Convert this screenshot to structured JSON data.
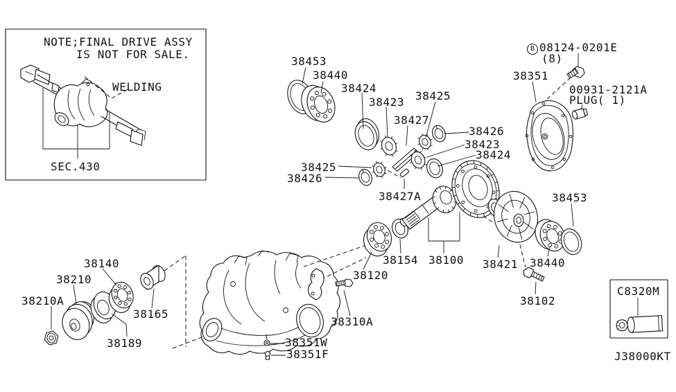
{
  "figure": {
    "note_line1": "NOTE;FINAL DRIVE ASSY",
    "note_line2": "IS NOT FOR SALE.",
    "welding": "WELDING",
    "section": "SEC.430",
    "drawing_code": "J38000KT"
  },
  "labels": {
    "p38453_top": "38453",
    "p38440_top": "38440",
    "p38424_left": "38424",
    "p38423_left": "38423",
    "p38425_top_right": "38425",
    "p38427": "38427",
    "p38426_right": "38426",
    "p38423_right": "38423",
    "p38424_right": "38424",
    "p38425_lower_left": "38425",
    "p38426_lower_left": "38426",
    "p38427a": "38427A",
    "bolt_b_prefix": "B",
    "bolt_b_number": "08124-0201E",
    "bolt_b_qty": "(8)",
    "p38351": "38351",
    "plug_number": "00931-2121A",
    "plug_label": "PLUG( 1)",
    "p38453_right": "38453",
    "p38440_right": "38440",
    "p38102": "38102",
    "p38421": "38421",
    "p38100": "38100",
    "p38154": "38154",
    "p38120": "38120",
    "p38140": "38140",
    "p38210": "38210",
    "p38210a": "38210A",
    "p38165": "38165",
    "p38189": "38189",
    "p38310a": "38310A",
    "p38351w": "38351W",
    "p38351f": "38351F",
    "sealant": "C8320M"
  }
}
